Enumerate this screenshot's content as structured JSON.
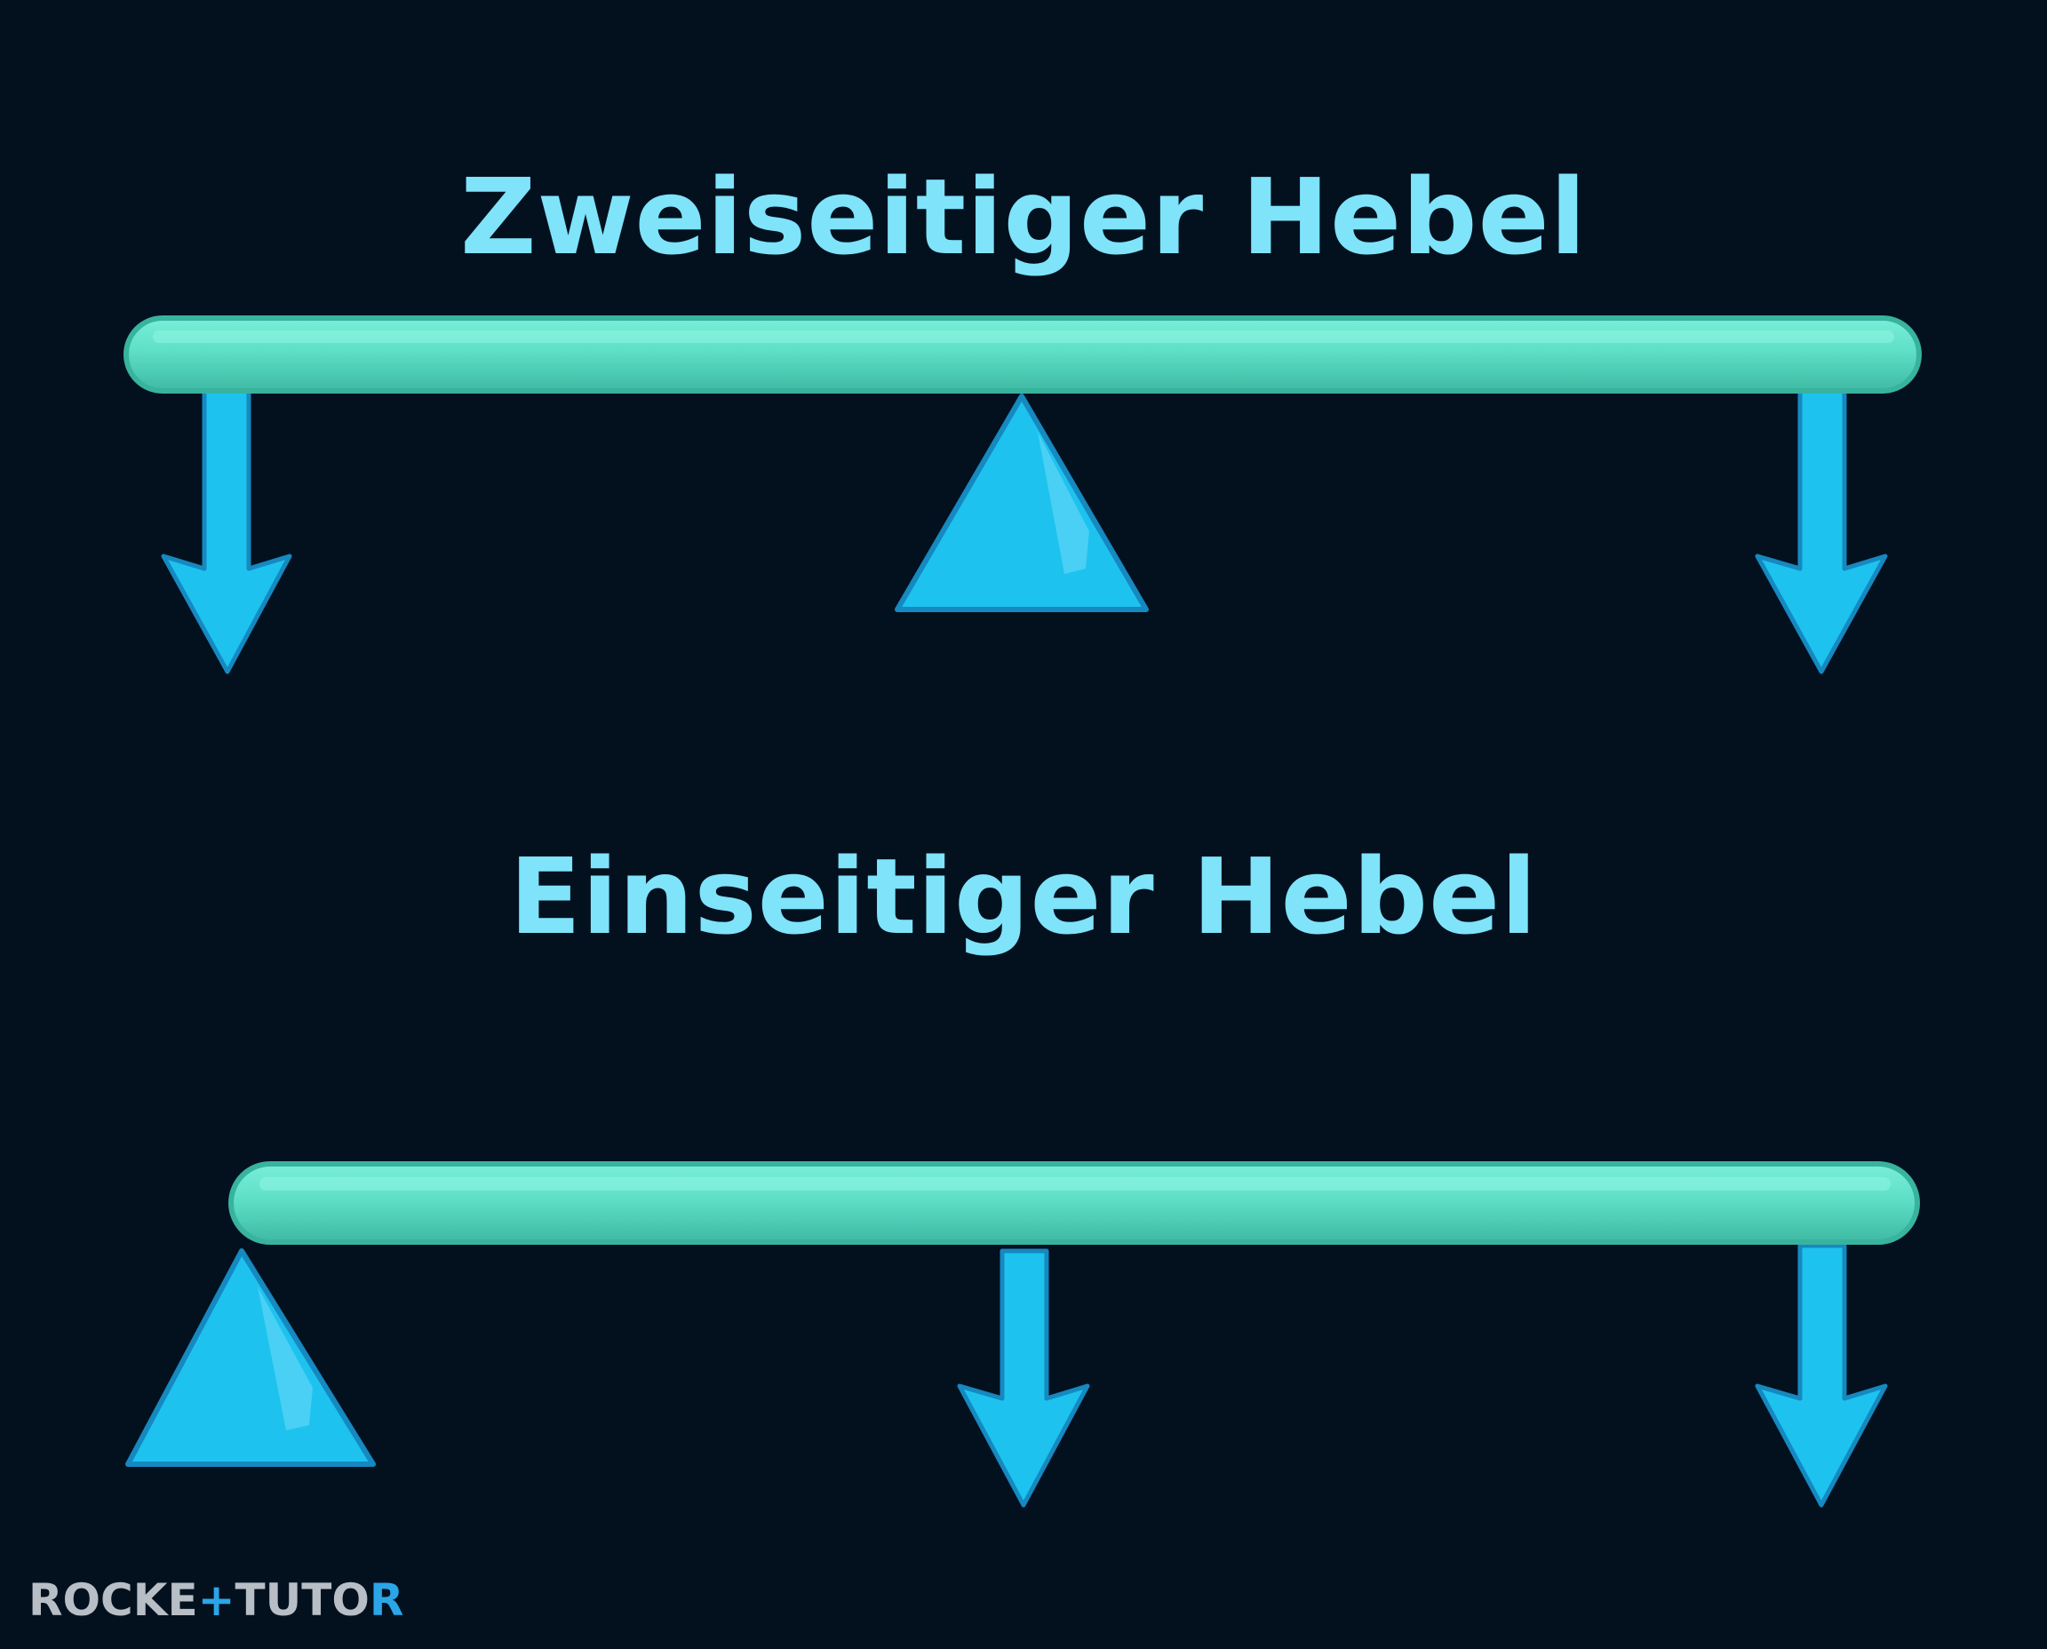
{
  "diagram": {
    "top": {
      "title": "Zweiseitiger Hebel"
    },
    "bottom": {
      "title": "Einseitiger Hebel"
    }
  },
  "brand": {
    "part1": "ROCKE",
    "cross": "+",
    "part2": "TUTO",
    "part3": "R"
  },
  "colors": {
    "background": "#03111f",
    "title": "#7fe3fa",
    "lever": "#5ee0c6",
    "lever_edge": "#38b39e",
    "arrow": "#1ec2ef",
    "arrow_edge": "#1589c0",
    "fulcrum": "#1ec2ef",
    "brand_grey": "#b8bec5",
    "brand_blue": "#2aa6e8"
  }
}
